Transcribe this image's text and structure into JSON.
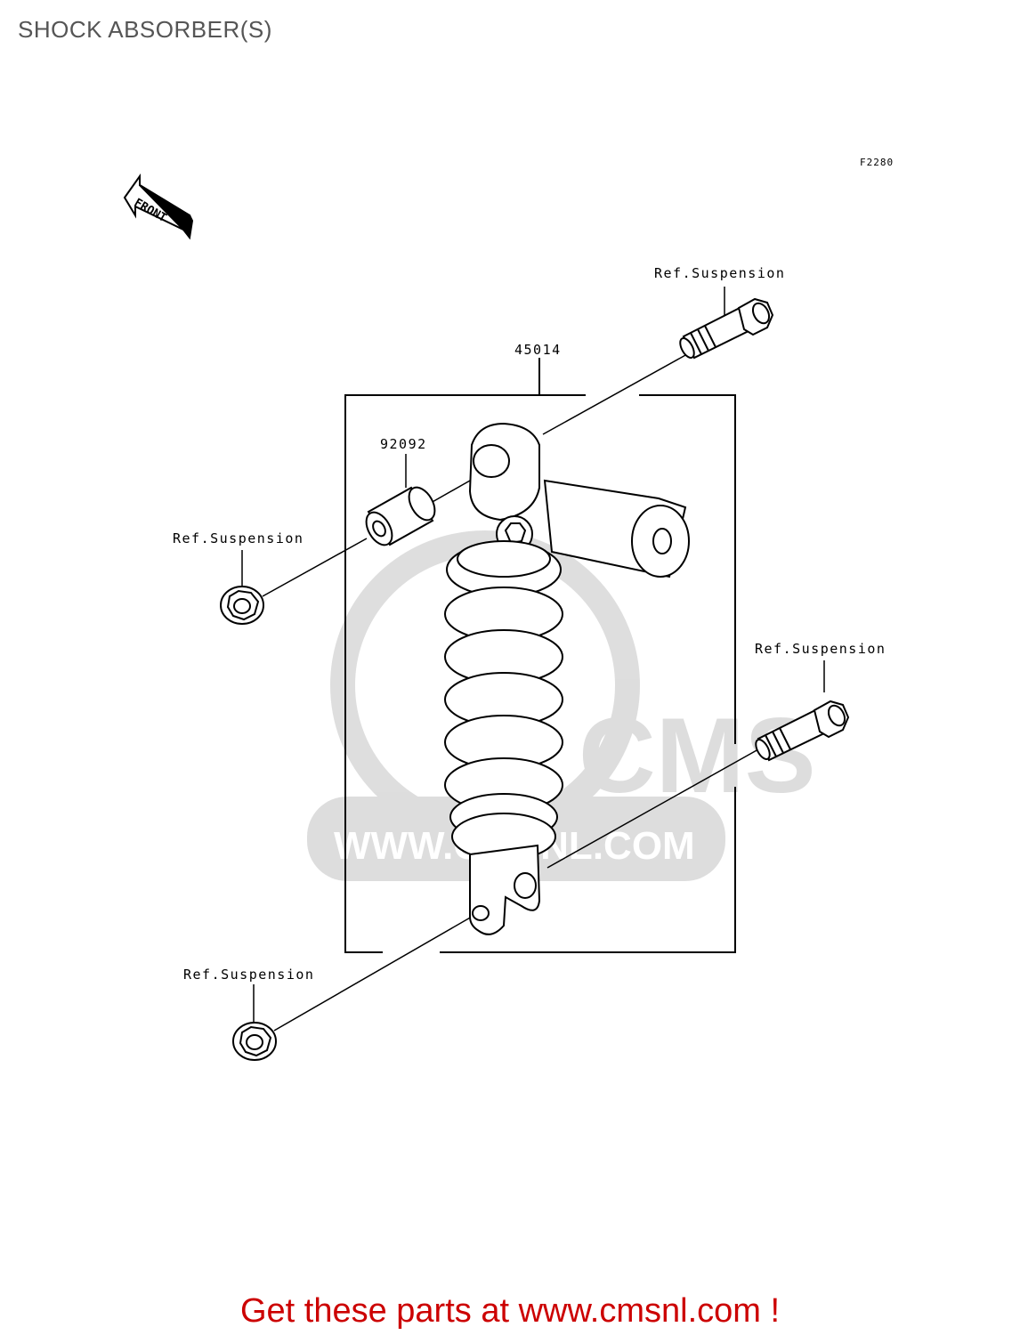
{
  "page": {
    "title": "SHOCK ABSORBER(S)",
    "figure_id": "F2280",
    "footer_link": "Get these parts at www.cmsnl.com !",
    "footer_color": "#cc0000"
  },
  "diagram": {
    "front_arrow_text": "FRONT",
    "watermark_text": "WWW.CMSNL.COM",
    "watermark_logo": "CMS",
    "labels": {
      "shock_assembly": "45014",
      "bushing": "92092",
      "ref_top_bolt": "Ref.Suspension",
      "ref_left_nut": "Ref.Suspension",
      "ref_right_bolt": "Ref.Suspension",
      "ref_bottom_nut": "Ref.Suspension"
    }
  }
}
